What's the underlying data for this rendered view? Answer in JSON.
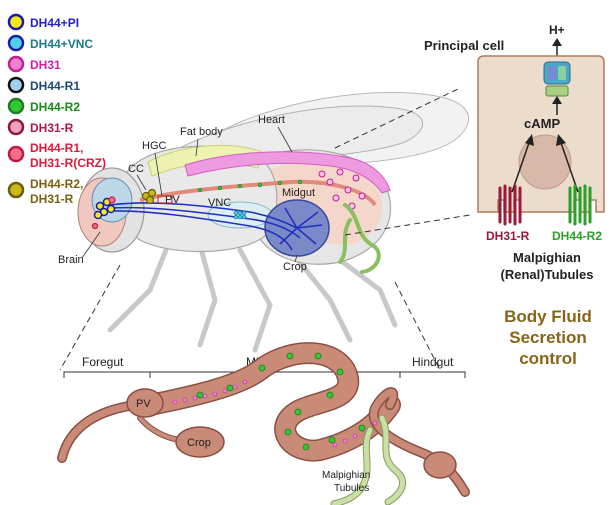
{
  "legend": [
    {
      "label": "DH44+PI",
      "ring": "#1a1aa8",
      "fill": "#f3ea1a",
      "text_color": "#2020d0"
    },
    {
      "label": "DH44+VNC",
      "ring": "#1a1aa8",
      "fill": "#4fd0e0",
      "text_color": "#1f7a8a"
    },
    {
      "label": "DH31",
      "ring": "#c02090",
      "fill": "#f080d0",
      "text_color": "#d020b0"
    },
    {
      "label": "DH44-R1",
      "ring": "#101010",
      "fill": "#9fd2ea",
      "text_color": "#1a4a7a"
    },
    {
      "label": "DH44-R2",
      "ring": "#207a20",
      "fill": "#32c832",
      "text_color": "#1a8a1a"
    },
    {
      "label": "DH31-R",
      "ring": "#8a1840",
      "fill": "#f0a0b8",
      "text_color": "#b01848"
    },
    {
      "label": "DH44-R1,",
      "label2": "DH31-R(CRZ)",
      "ring": "#c01840",
      "fill": "#f07088",
      "text_color": "#e01838"
    },
    {
      "label": "DH44-R2,",
      "label2": "DH31-R",
      "ring": "#6a5a10",
      "fill": "#c8b818",
      "text_color": "#7a6010"
    }
  ],
  "fly_labels": {
    "heart": "Heart",
    "fat_body": "Fat body",
    "hgc": "HGC",
    "cc": "CC",
    "pv": "PV",
    "vnc": "VNC",
    "midgut": "Midgut",
    "brain": "Brain",
    "crop": "Crop"
  },
  "principal_cell": {
    "title": "Principal cell",
    "proton": "H+",
    "camp": "cAMP",
    "receptor_left": "DH31-R",
    "receptor_right": "DH44-R2",
    "caption_line1": "Malpighian",
    "caption_line2": "(Renal)Tubules"
  },
  "result": {
    "line1": "Body Fluid",
    "line2": "Secretion",
    "line3": "control",
    "color": "#8a6416"
  },
  "gut": {
    "foregut": "Foregut",
    "midgut": "Midgut",
    "hindgut": "Hindgut",
    "pv": "PV",
    "crop": "Crop",
    "tubules_line1": "Malpighian",
    "tubules_line2": "Tubules"
  },
  "colors": {
    "gut_fill": "#c98a78",
    "gut_stroke": "#8a5044",
    "cell_fill": "#ecdccc",
    "cell_stroke": "#b07c5c",
    "dh31r": "#9a1a3a",
    "dh44r2": "#2aa02a"
  }
}
